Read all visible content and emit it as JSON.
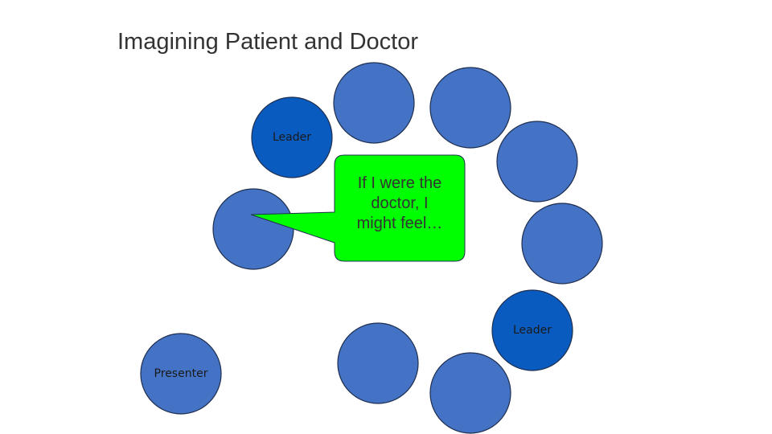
{
  "title": "Imagining Patient and Doctor",
  "labels": {
    "leader_top": "Leader",
    "leader_right": "Leader",
    "presenter": "Presenter"
  },
  "speech_bubble": {
    "text_line1": "If I were the",
    "text_line2": "doctor, I",
    "text_line3": "might feel…",
    "fill_color": "#00ff00"
  },
  "colors": {
    "member": "#4472c4",
    "leader": "#0a5bbf",
    "outline": "#1f2f4f"
  }
}
